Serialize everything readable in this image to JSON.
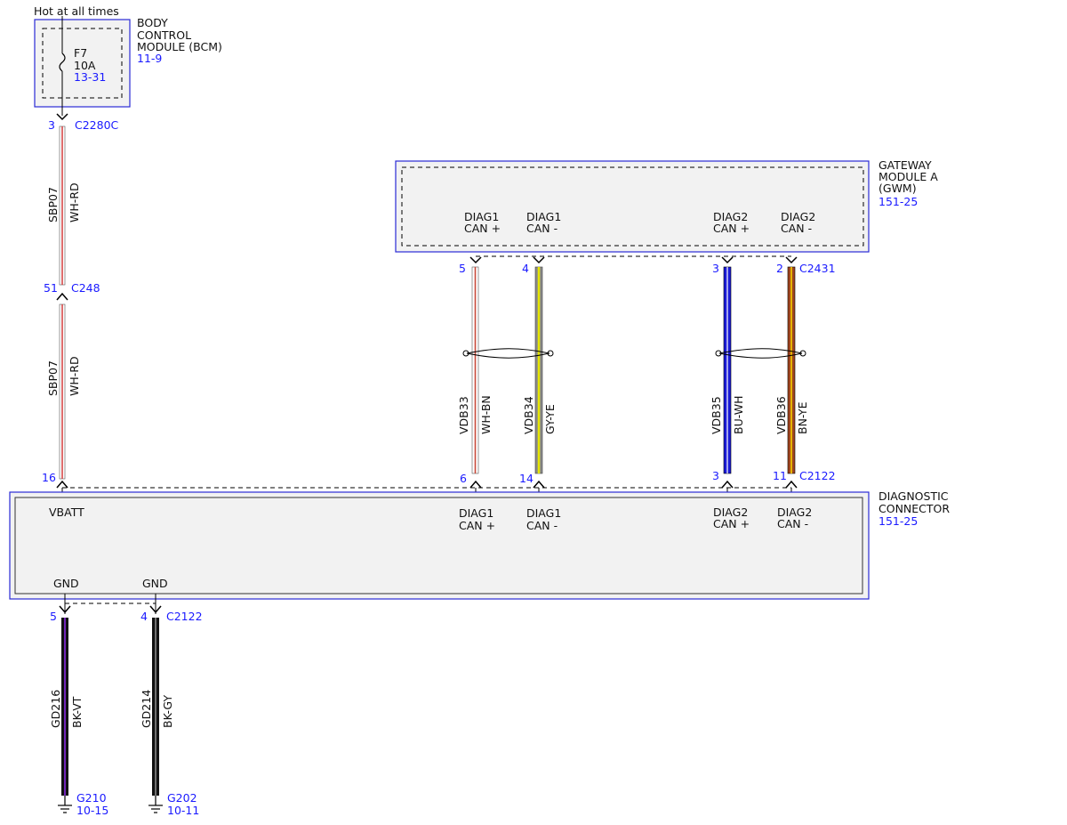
{
  "power": {
    "hot_label": "Hot at all times"
  },
  "bcm": {
    "title_lines": [
      "BODY",
      "CONTROL",
      "MODULE (BCM)"
    ],
    "ref": "11-9",
    "fuse_name": "F7",
    "fuse_rating": "10A",
    "fuse_ref": "13-31",
    "pin": "3",
    "connector": "C2280C"
  },
  "inline_connector": {
    "pin": "51",
    "connector": "C248"
  },
  "vbatt_wire": {
    "circuit": "SBP07",
    "color": "WH-RD"
  },
  "gateway": {
    "title_lines": [
      "GATEWAY",
      "MODULE A",
      "(GWM)"
    ],
    "ref": "151-25",
    "connector": "C2431",
    "pins": [
      {
        "label1": "DIAG1",
        "label2": "CAN +",
        "pin": "5"
      },
      {
        "label1": "DIAG1",
        "label2": "CAN -",
        "pin": "4"
      },
      {
        "label1": "DIAG2",
        "label2": "CAN +",
        "pin": "3"
      },
      {
        "label1": "DIAG2",
        "label2": "CAN -",
        "pin": "2"
      }
    ]
  },
  "can_wires": [
    {
      "circuit": "VDB33",
      "color": "WH-BN",
      "stripe_main": "#ffffff",
      "stripe_tracer": "#c84a3a"
    },
    {
      "circuit": "VDB34",
      "color": "GY-YE",
      "stripe_main": "#8a8a8a",
      "stripe_tracer": "#e6e600"
    },
    {
      "circuit": "VDB35",
      "color": "BU-WH",
      "stripe_main": "#1a1ad6",
      "stripe_tracer": "#ffffff"
    },
    {
      "circuit": "VDB36",
      "color": "BN-YE",
      "stripe_main": "#a0461e",
      "stripe_tracer": "#e6b400"
    }
  ],
  "diagnostic": {
    "title_lines": [
      "DIAGNOSTIC",
      "CONNECTOR"
    ],
    "ref": "151-25",
    "connector": "C2122",
    "vbatt_label": "VBATT",
    "vbatt_pin": "16",
    "can_pins": [
      {
        "label1": "DIAG1",
        "label2": "CAN +",
        "pin": "6"
      },
      {
        "label1": "DIAG1",
        "label2": "CAN -",
        "pin": "14"
      },
      {
        "label1": "DIAG2",
        "label2": "CAN +",
        "pin": "3"
      },
      {
        "label1": "DIAG2",
        "label2": "CAN -",
        "pin": "11"
      }
    ],
    "gnd_pins": [
      {
        "label": "GND",
        "pin": "5"
      },
      {
        "label": "GND",
        "pin": "4"
      }
    ]
  },
  "ground_wires": [
    {
      "circuit": "GD216",
      "color": "BK-VT",
      "ground": "G210",
      "ref": "10-15"
    },
    {
      "circuit": "GD214",
      "color": "BK-GY",
      "ground": "G202",
      "ref": "10-11"
    }
  ],
  "colors": {
    "module_border": "#2a2ad6",
    "module_fill": "#f2f2f2",
    "ref_text": "#1a1aff"
  }
}
